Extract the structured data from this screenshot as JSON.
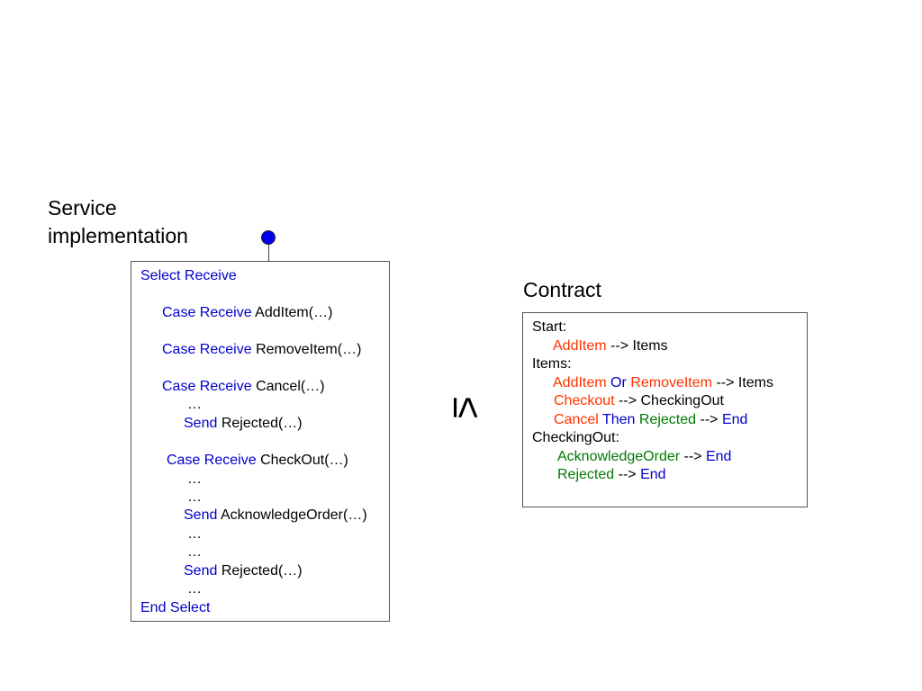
{
  "service_title": "Service implementation",
  "contract_title": "Contract",
  "relation_symbol": "≤",
  "implementation_lines": [
    {
      "kw": "Select Receive",
      "rest": ""
    },
    {
      "kw": "Case Receive",
      "rest": "AddItem(…)"
    },
    {
      "kw": "Case Receive",
      "rest": "RemoveItem(…)"
    },
    {
      "kw": "Case Receive",
      "rest": "Cancel(…)"
    },
    {
      "kw": "",
      "rest": "…"
    },
    {
      "kw": "Send",
      "rest": "Rejected(…)"
    },
    {
      "kw": "Case Receive",
      "rest": "CheckOut(…)"
    },
    {
      "kw": "",
      "rest": "…"
    },
    {
      "kw": "",
      "rest": "…"
    },
    {
      "kw": "Send",
      "rest": "AcknowledgeOrder(…)"
    },
    {
      "kw": "",
      "rest": "…"
    },
    {
      "kw": "",
      "rest": "…"
    },
    {
      "kw": "Send",
      "rest": "Rejected(…)"
    },
    {
      "kw": "",
      "rest": "…"
    },
    {
      "kw": "End Select",
      "rest": ""
    }
  ],
  "contract": {
    "start_label": "Start:",
    "start_rule": {
      "msg": "AddItem",
      "arrow": "-->",
      "target": "Items"
    },
    "items_label": "Items:",
    "items_rules": [
      {
        "a": "AddItem",
        "op": "Or",
        "b": "RemoveItem",
        "arrow": "-->",
        "target": "Items"
      },
      {
        "a": "Checkout",
        "arrow": "-->",
        "target": "CheckingOut"
      },
      {
        "a": "Cancel",
        "op": "Then",
        "b": "Rejected",
        "arrow": "-->",
        "target": "End"
      }
    ],
    "checkingout_label": "CheckingOut:",
    "checkingout_rules": [
      {
        "a": "AcknowledgeOrder",
        "arrow": "-->",
        "target": "End"
      },
      {
        "a": "Rejected",
        "arrow": "-->",
        "target": "End"
      }
    ]
  },
  "colors": {
    "keyword_blue": "#0000cc",
    "message_red": "#ff3300",
    "message_green": "#007a00",
    "endpoint_dot": "#0000ee"
  }
}
